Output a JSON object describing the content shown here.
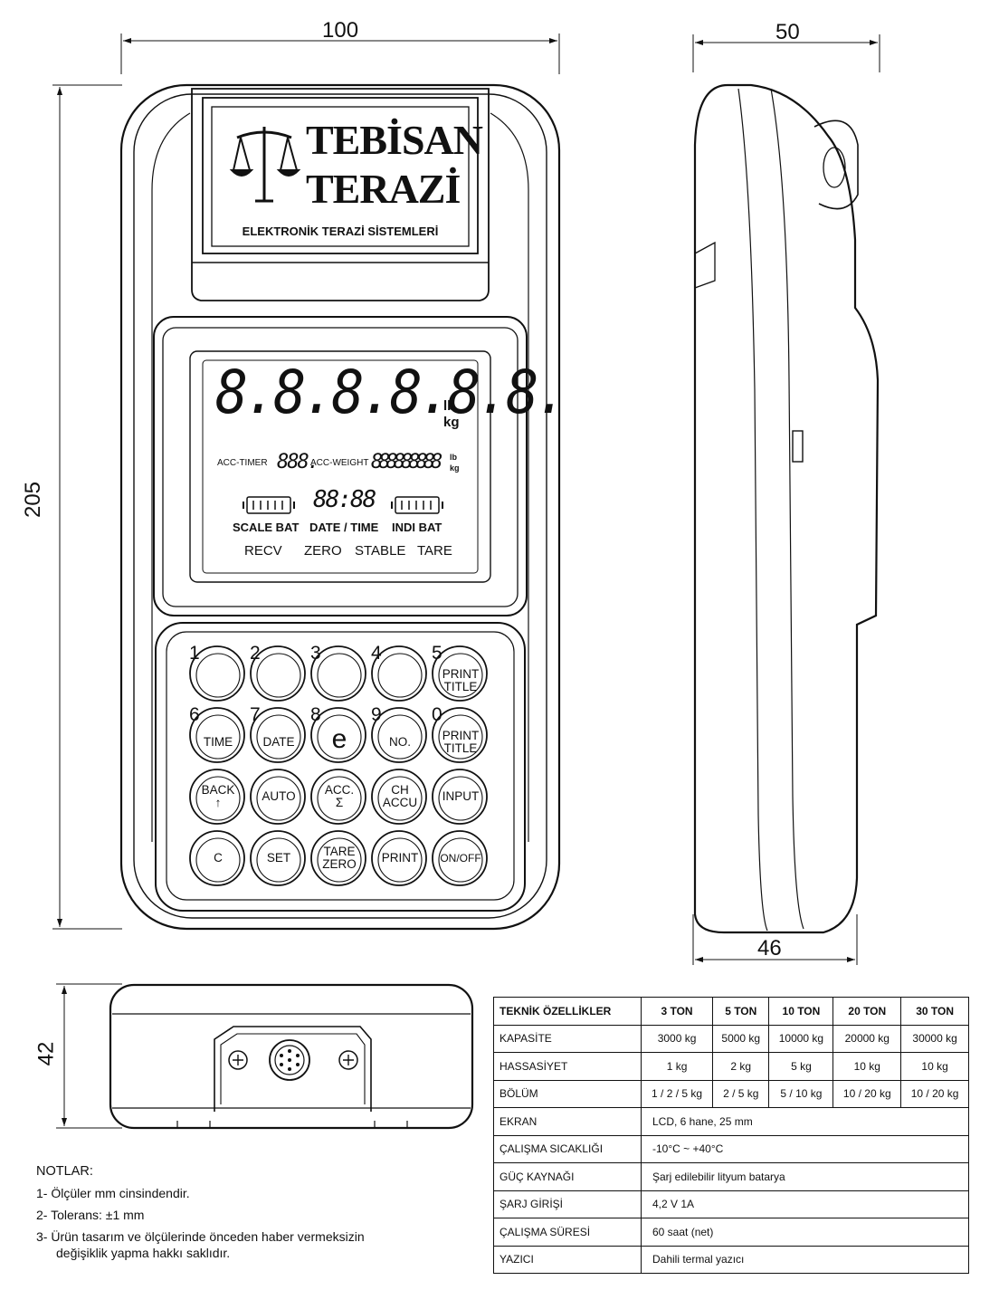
{
  "dimensions": {
    "width": "100",
    "height": "205",
    "depth_top": "50",
    "depth_bottom": "46",
    "bottom_height": "42"
  },
  "printer_label": {
    "brand_line1": "TEBİSAN",
    "brand_line2": "TERAZİ",
    "subtitle": "ELEKTRONİK TERAZİ SİSTEMLERİ"
  },
  "display": {
    "main_digits": "8.8.8.8.8.8.",
    "unit_lb": "lb",
    "unit_kg": "kg",
    "acc_timer": "ACC-TIMER",
    "acc_timer_digits": "888.",
    "acc_weight": "ACC-WEIGHT",
    "acc_weight_digits": "888888888",
    "acc_unit_lb": "lb",
    "acc_unit_kg": "kg",
    "clock": "88:88",
    "scale_bat": "SCALE BAT",
    "date_time": "DATE / TIME",
    "indi_bat": "INDI BAT",
    "recv": "RECV",
    "zero": "ZERO",
    "stable": "STABLE",
    "tare": "TARE"
  },
  "keypad": [
    {
      "num": "1",
      "l1": "",
      "l2": ""
    },
    {
      "num": "2",
      "l1": "",
      "l2": ""
    },
    {
      "num": "3",
      "l1": "",
      "l2": ""
    },
    {
      "num": "4",
      "l1": "",
      "l2": ""
    },
    {
      "num": "5",
      "l1": "PRINT",
      "l2": "TITLE"
    },
    {
      "num": "6",
      "l1": "TIME",
      "l2": ""
    },
    {
      "num": "7",
      "l1": "DATE",
      "l2": ""
    },
    {
      "num": "8",
      "l1": "e",
      "l2": ""
    },
    {
      "num": "9",
      "l1": "NO.",
      "l2": ""
    },
    {
      "num": "0",
      "l1": "PRINT",
      "l2": "TITLE"
    },
    {
      "num": "",
      "l1": "BACK",
      "l2": "↑"
    },
    {
      "num": "",
      "l1": "AUTO",
      "l2": ""
    },
    {
      "num": "",
      "l1": "ACC.",
      "l2": "Σ"
    },
    {
      "num": "",
      "l1": "CH",
      "l2": "ACCU"
    },
    {
      "num": "",
      "l1": "INPUT",
      "l2": ""
    },
    {
      "num": "",
      "l1": "C",
      "l2": ""
    },
    {
      "num": "",
      "l1": "SET",
      "l2": ""
    },
    {
      "num": "",
      "l1": "TARE",
      "l2": "ZERO"
    },
    {
      "num": "",
      "l1": "PRINT",
      "l2": ""
    },
    {
      "num": "",
      "l1": "ON/OFF",
      "l2": ""
    }
  ],
  "notes": {
    "title": "NOTLAR:",
    "n1": "1- Ölçüler mm cinsindendir.",
    "n2": "2- Tolerans: ±1 mm",
    "n3a": "3- Ürün tasarım ve ölçülerinde önceden haber vermeksizin",
    "n3b": "değişiklik yapma hakkı saklıdır."
  },
  "spec_table": {
    "header": [
      "TEKNİK ÖZELLİKLER",
      "3 TON",
      "5 TON",
      "10 TON",
      "20 TON",
      "30 TON"
    ],
    "rows5": [
      [
        "KAPASİTE",
        "3000 kg",
        "5000 kg",
        "10000 kg",
        "20000 kg",
        "30000 kg"
      ],
      [
        "HASSASİYET",
        "1 kg",
        "2 kg",
        "5 kg",
        "10 kg",
        "10 kg"
      ],
      [
        "BÖLÜM",
        "1 / 2 / 5 kg",
        "2 / 5 kg",
        "5 / 10 kg",
        "10 / 20 kg",
        "10 / 20 kg"
      ]
    ],
    "rows1": [
      [
        "EKRAN",
        "LCD, 6 hane, 25 mm"
      ],
      [
        "ÇALIŞMA SICAKLIĞI",
        "-10°C ~ +40°C"
      ],
      [
        "GÜÇ KAYNAĞI",
        "Şarj edilebilir lityum batarya"
      ],
      [
        "ŞARJ GİRİŞİ",
        "4,2 V 1A"
      ],
      [
        "ÇALIŞMA SÜRESİ",
        "60 saat (net)"
      ],
      [
        "YAZICI",
        "Dahili termal yazıcı"
      ]
    ]
  }
}
